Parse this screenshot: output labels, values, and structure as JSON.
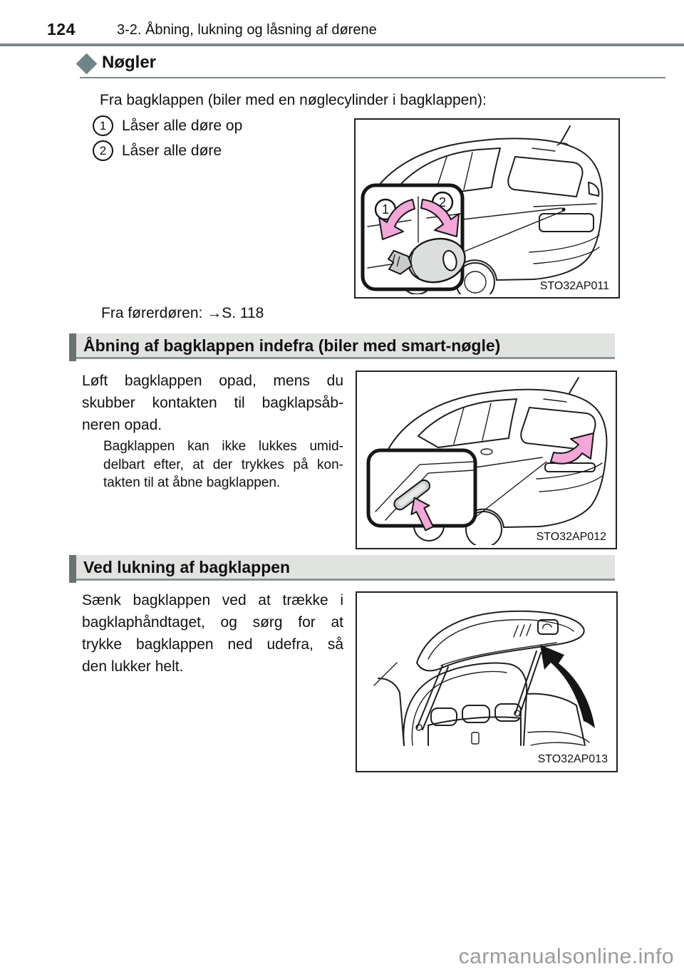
{
  "page": {
    "number": "124",
    "chapter_title": "3-2. Åbning, lukning og låsning af dørene",
    "watermark": "carmanualsonline.info"
  },
  "colors": {
    "rule_gray": "#7d8889",
    "diamond_gray": "#6f8486",
    "section_accent": "#6b7371",
    "section_bg": "#e0e3df",
    "arrow_pink": "#f3a6d8"
  },
  "keys_section": {
    "title": "Nøgler",
    "intro": "Fra bagklappen (biler med en nøglecylinder i bagklappen):",
    "items": [
      {
        "num": "1",
        "label": "Låser alle døre op"
      },
      {
        "num": "2",
        "label": "Låser alle døre"
      }
    ],
    "figure": {
      "code": "STO32AP011",
      "inset_num1": "1",
      "inset_num2": "2"
    },
    "driver_door_note": "Fra førerdøren: →S. 118"
  },
  "open_section": {
    "title": "Åbning af bagklappen indefra (biler med smart-nøgle)",
    "body_lines": [
      "Løft bagklappen opad, mens du",
      "skubber kontakten til bagklapsåb-",
      "neren opad."
    ],
    "note_lines": [
      "Bagklappen kan ikke lukkes umid-",
      "delbart efter, at der trykkes på kon-",
      "takten til at åbne bagklappen."
    ],
    "figure": {
      "code": "STO32AP012"
    }
  },
  "close_section": {
    "title": "Ved lukning af bagklappen",
    "body_lines": [
      "Sænk bagklappen ved at trække i",
      "bagklaphåndtaget, og sørg for at",
      "trykke bagklappen ned udefra, så",
      "den lukker helt."
    ],
    "figure": {
      "code": "STO32AP013"
    }
  }
}
